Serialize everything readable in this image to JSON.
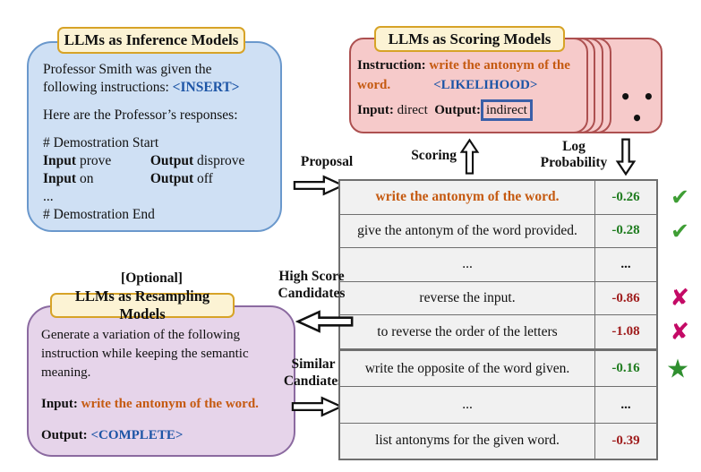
{
  "colors": {
    "accent_orange": "#c55a11",
    "token_blue": "#1d55a6",
    "score_green": "#1e7b1e",
    "score_red": "#9e1a1a",
    "check_green": "#3f9e35",
    "cross_crimson": "#c40a66",
    "star_green": "#2f8f2f",
    "blue_box_bg": "#cfe0f4",
    "blue_box_border": "#6a98cc",
    "red_box_bg": "#f6caca",
    "red_box_border": "#ad5050",
    "purple_box_bg": "#e6d4ea",
    "purple_box_border": "#8b6aa0",
    "badge_bg": "#fcf3d4",
    "badge_border": "#d7a327",
    "table_bg": "#f1f1f1",
    "table_border": "#6f6f6f"
  },
  "inference": {
    "badge": "LLMs as Inference Models",
    "prompt_prefix": "Professor Smith was given the following instructions:",
    "insert_token": "<INSERT>",
    "responses_line": "Here are the Professor’s responses:",
    "demo_start": "# Demostration Start",
    "demos": [
      {
        "in_label": "Input",
        "in_value": "prove",
        "out_label": "Output",
        "out_value": "disprove"
      },
      {
        "in_label": "Input",
        "in_value": "on",
        "out_label": "Output",
        "out_value": "off"
      }
    ],
    "ellipsis": "...",
    "demo_end": "# Demostration End"
  },
  "scoring": {
    "badge": "LLMs as Scoring Models",
    "instruction_label": "Instruction:",
    "instruction_part1": "write the antonym of the",
    "instruction_part2": "word.",
    "likelihood_token": "<LIKELIHOOD>",
    "input_label": "Input:",
    "input_value": "direct",
    "output_label": "Output:",
    "output_value": "indirect",
    "more_dots": "• • •"
  },
  "flow": {
    "proposal": "Proposal",
    "scoring_label": "Scoring",
    "log_probability_line1": "Log",
    "log_probability_line2": "Probability",
    "high_score_line1": "High Score",
    "high_score_line2": "Candidates",
    "similar_line1": "Similar",
    "similar_line2": "Candiates"
  },
  "score_table": {
    "rows": [
      {
        "text": "write the antonym of the word.",
        "score": "-0.26",
        "mark_glyph": "✔"
      },
      {
        "text": "give the antonym of the word provided.",
        "score": "-0.28",
        "mark_glyph": "✔"
      },
      {
        "text": "...",
        "score": "...",
        "mark_glyph": ""
      },
      {
        "text": "reverse the input.",
        "score": "-0.86",
        "mark_glyph": "✘"
      },
      {
        "text": "to reverse the order of the letters",
        "score": "-1.08",
        "mark_glyph": "✘"
      }
    ]
  },
  "similar_table": {
    "rows": [
      {
        "text": "write the opposite of the word given.",
        "score": "-0.16",
        "mark_glyph": "★"
      },
      {
        "text": "...",
        "score": "...",
        "mark_glyph": ""
      },
      {
        "text": "list antonyms for the given word.",
        "score": "-0.39",
        "mark_glyph": ""
      }
    ]
  },
  "resampling": {
    "optional": "[Optional]",
    "badge": "LLMs as Resampling Models",
    "body_text": "Generate a variation of the following instruction while keeping the semantic meaning.",
    "input_label": "Input:",
    "input_value": "write the antonym of the word.",
    "output_label": "Output:",
    "output_value": "<COMPLETE>"
  }
}
